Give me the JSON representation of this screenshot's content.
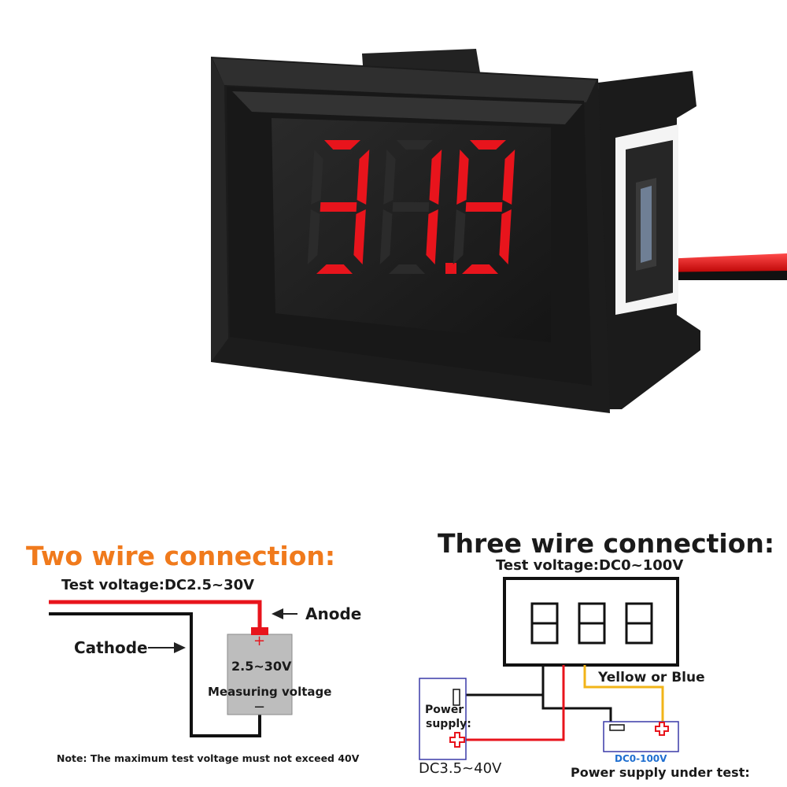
{
  "meter": {
    "reading": "31.9",
    "digits": [
      "3",
      "1",
      "9"
    ],
    "decimal_after_digit": 2,
    "digit_color": "#e8141c"
  },
  "two_wire": {
    "title": "Two wire connection:",
    "title_color": "#f07a1c",
    "test_voltage": "Test voltage:DC2.5~30V",
    "anode_label": "Anode",
    "cathode_label": "Cathode",
    "plus_sign": "+",
    "minus_sign": "−",
    "battery_voltage": "2.5~30V",
    "battery_label": "Measuring voltage",
    "note": "Note: The maximum test voltage must not exceed 40V"
  },
  "three_wire": {
    "title": "Three wire connection:",
    "test_voltage": "Test voltage:DC0~100V",
    "yellow_blue_label": "Yellow or Blue",
    "power_supply_label_line1": "Power",
    "power_supply_label_line2": "supply:",
    "power_supply_range": "DC3.5~40V",
    "under_test_range": "DC0-100V",
    "under_test_range_color": "#1f6fd0",
    "under_test_label": "Power supply under test:",
    "wire_colors": {
      "red": "#e8141c",
      "black": "#111111",
      "yellow": "#f2b418",
      "box_border": "#3a3aa8"
    }
  }
}
